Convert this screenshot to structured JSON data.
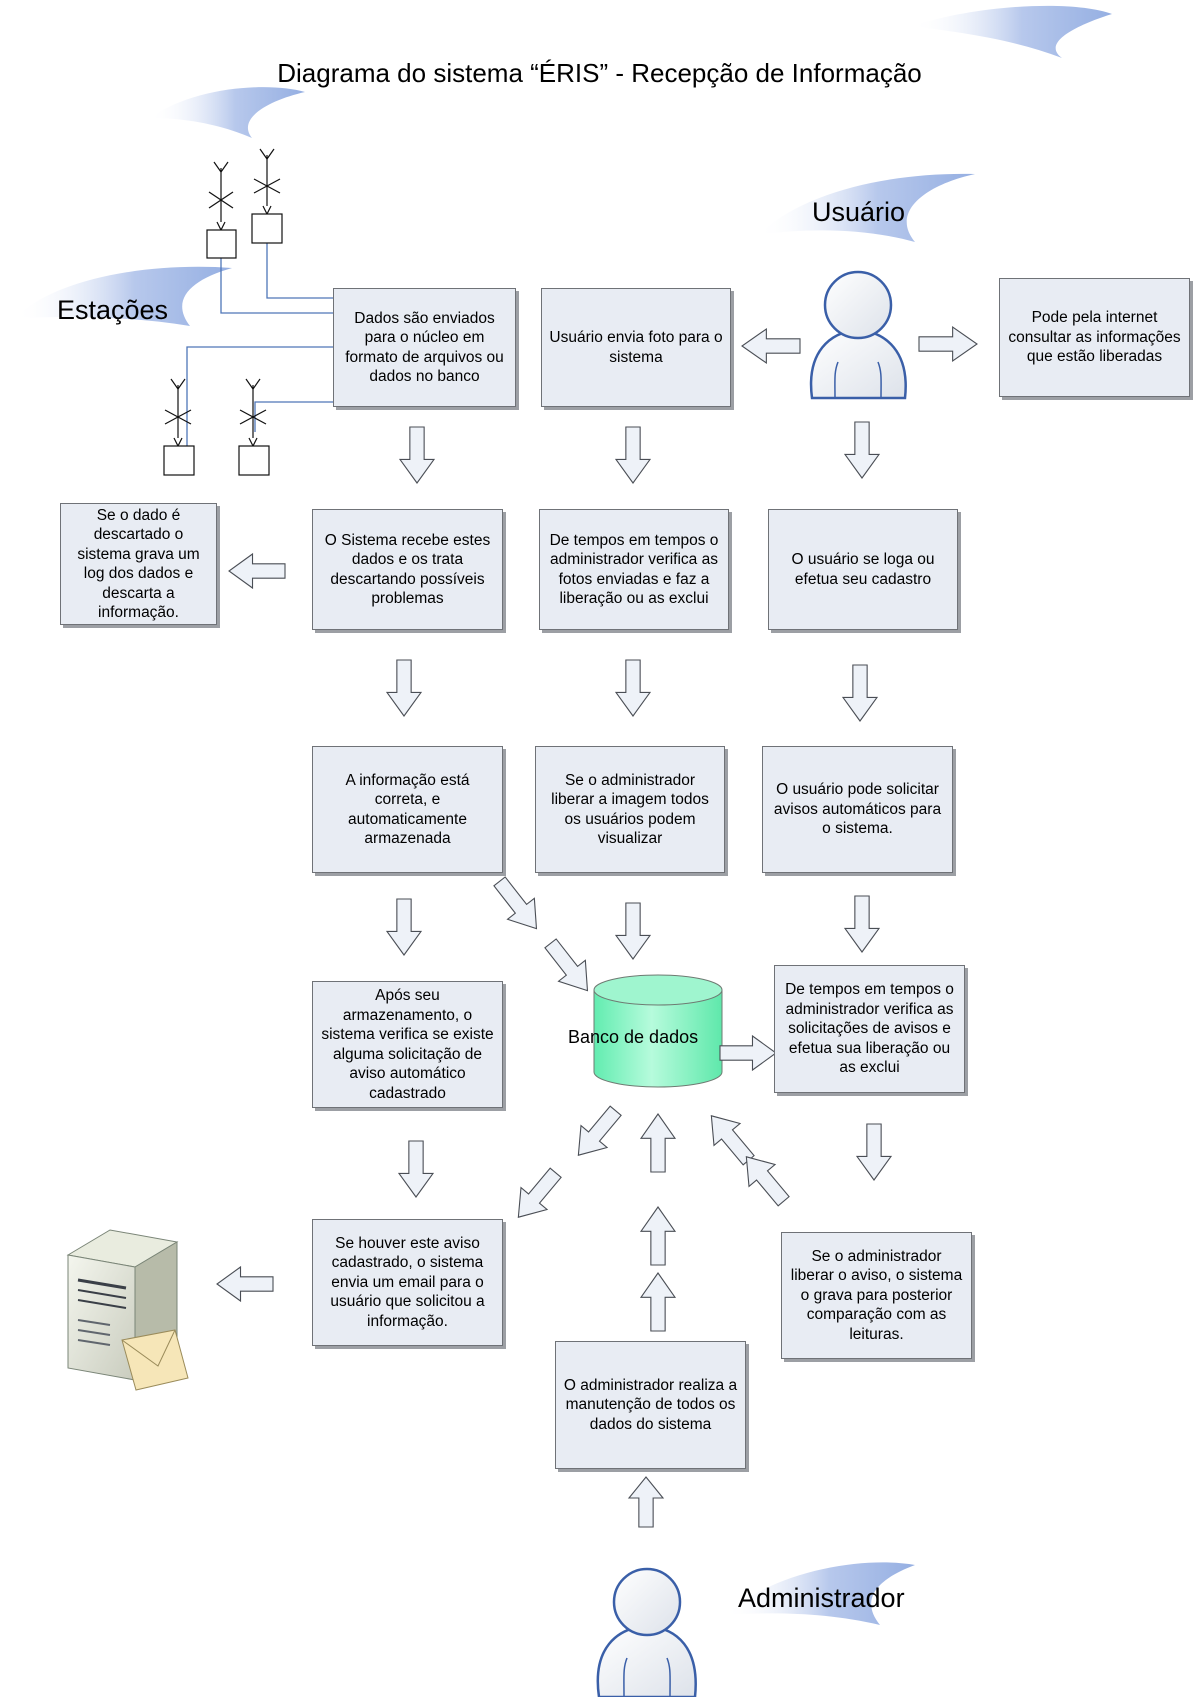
{
  "title": "Diagrama do sistema “ÉRIS” - Recepção de Informação",
  "actors": {
    "stations": "Estações",
    "user": "Usuário",
    "admin": "Administrador"
  },
  "database": "Banco de dados",
  "boxes": {
    "dados_enviados": "Dados são enviados para o núcleo em formato de arquivos ou dados no banco",
    "usuario_foto": "Usuário envia foto para o sistema",
    "consultar_internet": "Pode pela internet consultar  as informações que estão liberadas",
    "descartado_log": "Se o dado é descartado o sistema grava um log dos dados e descarta a informação.",
    "sistema_recebe": "O Sistema recebe estes dados e os trata descartando possíveis problemas",
    "admin_fotos": "De tempos em tempos o administrador verifica as fotos enviadas e faz a liberação ou as exclui",
    "usuario_loga": "O usuário se loga ou efetua seu cadastro",
    "info_correta": "A informação está correta, e automaticamente armazenada",
    "liberar_imagem": "Se o administrador liberar a imagem todos os usuários podem visualizar",
    "solicitar_avisos": "O usuário pode solicitar avisos automáticos para o sistema.",
    "apos_armazenamento": "Após seu armazenamento, o sistema verifica se existe alguma solicitação de aviso automático cadastrado",
    "admin_avisos": "De tempos em tempos o administrador verifica as solicitações de avisos e efetua sua liberação ou as exclui",
    "enviar_email": "Se houver este aviso cadastrado, o sistema envia um email para o usuário que solicitou a informação.",
    "admin_manutencao": "O administrador realiza a manutenção de todos os dados do sistema",
    "liberar_aviso": "Se o administrador liberar o aviso, o sistema o grava para posterior comparação com as leituras."
  },
  "colors": {
    "box_fill": "#e8ecf3",
    "arrow_fill": "#eef2f8",
    "db_fill": "#7ff5c2",
    "actor_stroke": "#3a5fa8",
    "swoosh": "#a9bde8",
    "line": "#4f76b8"
  }
}
